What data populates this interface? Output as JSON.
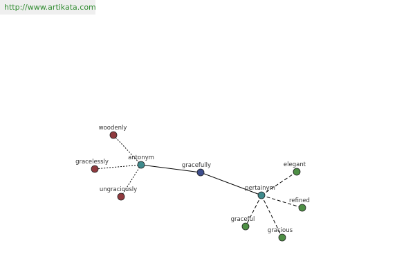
{
  "site": {
    "url_text": "http://www.artikata.com"
  },
  "graph": {
    "colors": {
      "center": "#3d4d8c",
      "relation": "#3f8a8c",
      "antonym_word": "#8f3a3e",
      "pertainym_word": "#4e8f45",
      "node_stroke": "#222222",
      "edge": "#000000"
    },
    "center": {
      "label": "gracefully"
    },
    "relations": {
      "antonym": {
        "label": "antonym",
        "words": [
          "woodenly",
          "gracelessly",
          "ungraciously"
        ]
      },
      "pertainym": {
        "label": "pertainym",
        "words": [
          "elegant",
          "refined",
          "graceful",
          "gracious"
        ]
      }
    }
  }
}
